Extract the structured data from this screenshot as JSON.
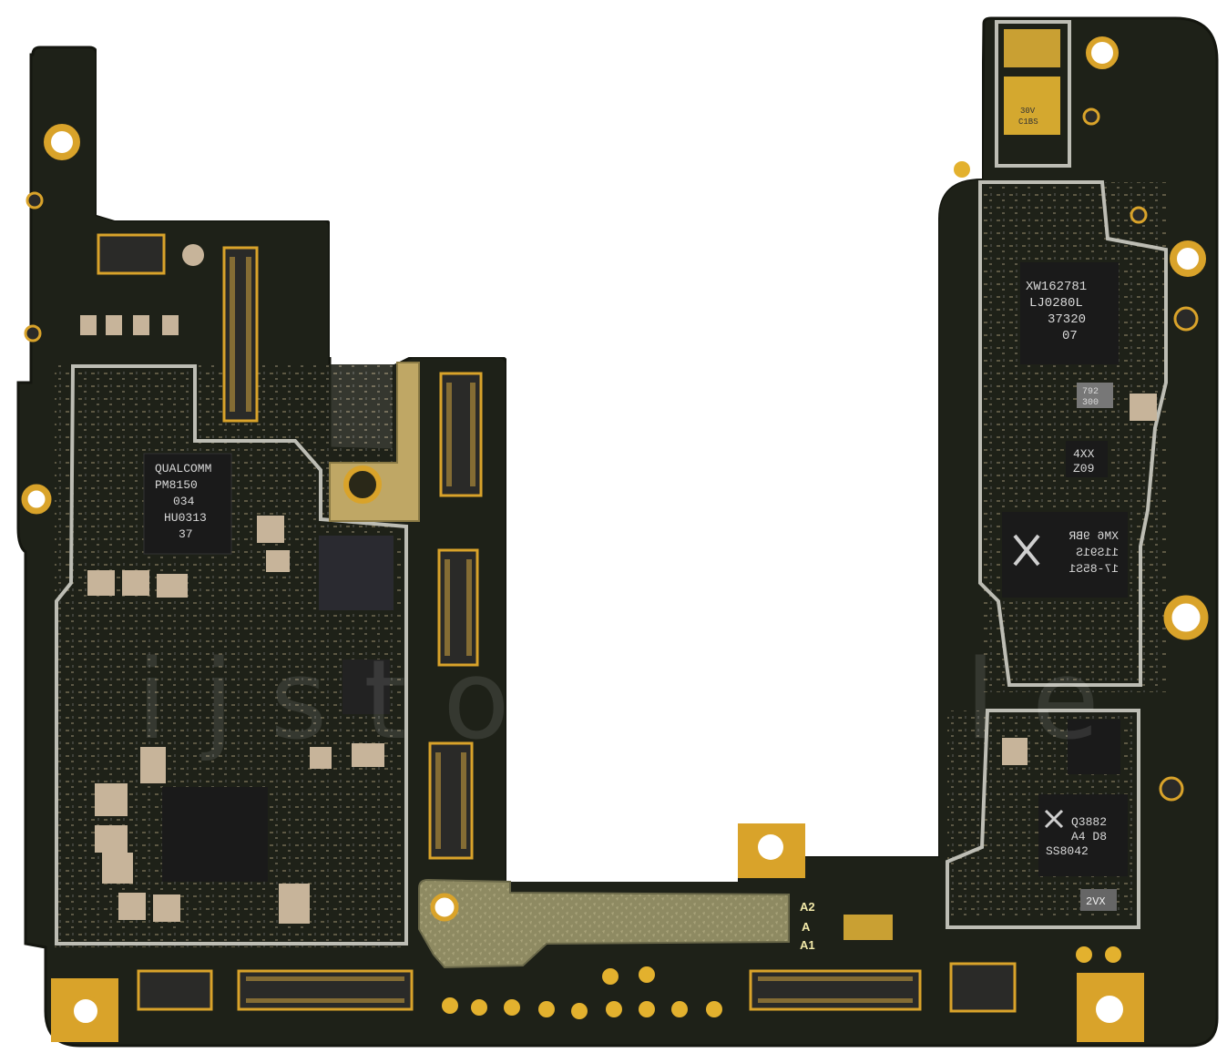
{
  "image": {
    "subject": "smartphone-motherboard",
    "colors": {
      "board": "#1e2118",
      "board_edge": "#14160f",
      "gold": "#d9a32a",
      "shield": "#bdbdb4",
      "chip": "#1a1a1a",
      "ceramic": "#c7b49a",
      "connector": "#2a2a28"
    }
  },
  "chips": {
    "pmic": {
      "lines": [
        "QUALCOMM",
        "PM8150",
        "034",
        "HU0313",
        "37"
      ]
    },
    "xw": {
      "lines": [
        "XW162781",
        "LJ0280L",
        "37320",
        "07"
      ]
    },
    "small_792": {
      "lines": [
        "792",
        "300"
      ]
    },
    "small_4xx": {
      "lines": [
        "4XX",
        "Z09"
      ]
    },
    "xm_mirrored": {
      "lines": [
        "XM6 9BR",
        "11S91S",
        "17-85S1"
      ]
    },
    "nxp": {
      "lines": [
        "Q3882",
        "A4 D8",
        "SS8042"
      ]
    },
    "twovx": {
      "text": "2VX"
    },
    "shield_label": {
      "lines": [
        "30V",
        "C1BS"
      ]
    }
  },
  "silkscreen": {
    "a2": "A2",
    "a": "A",
    "a1": "A1"
  },
  "watermark": "ijstomobile"
}
